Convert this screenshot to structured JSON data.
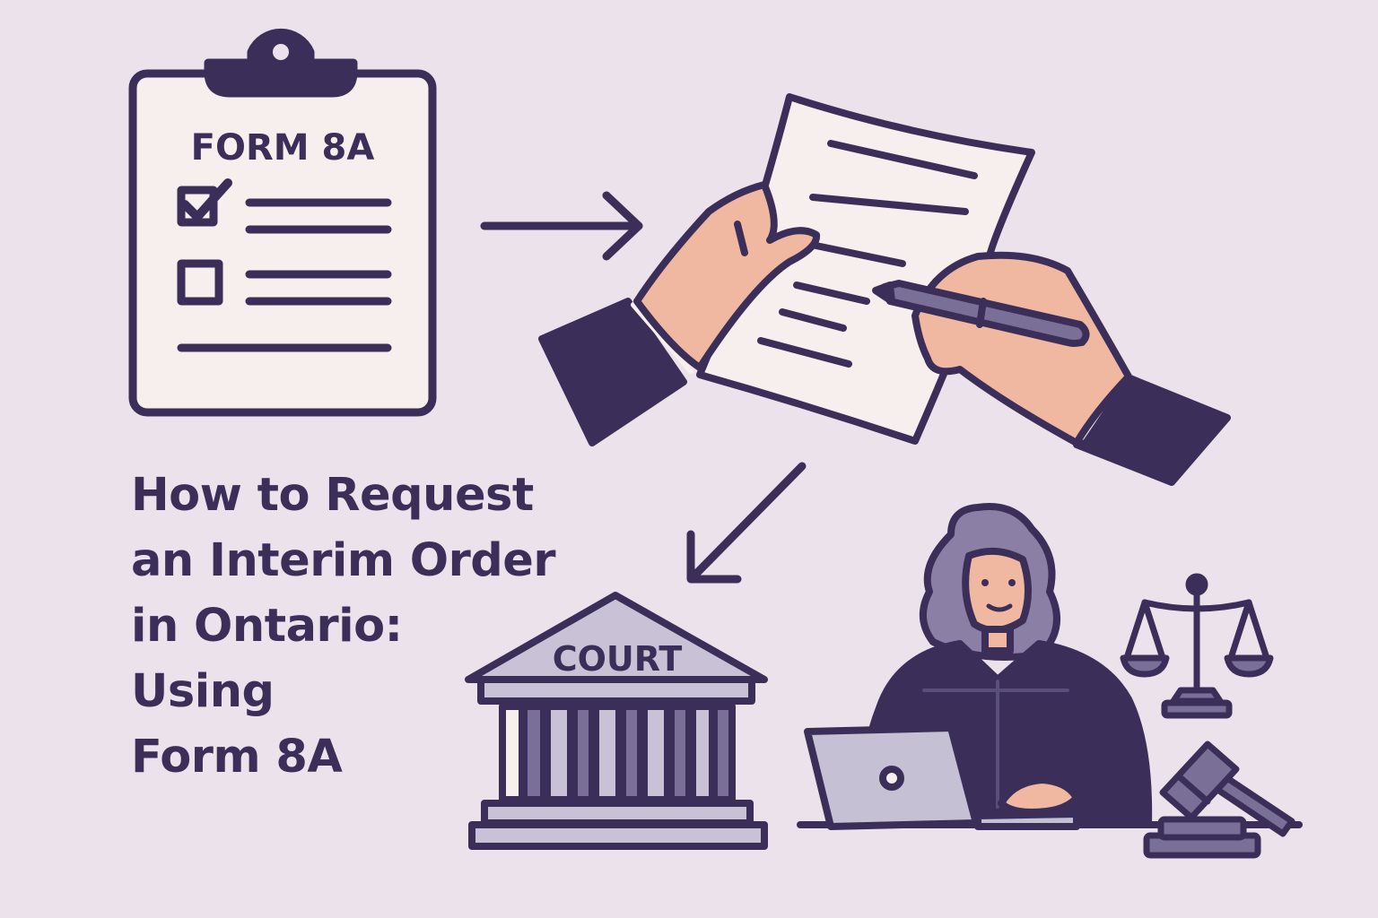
{
  "clipboard": {
    "form_label": "FORM 8A"
  },
  "court": {
    "label": "COURT"
  },
  "headline": {
    "lines": [
      "How to Request",
      "an Interim Order",
      "in Ontario:",
      "Using",
      "Form 8A"
    ]
  },
  "colors": {
    "background": "#ece2eb",
    "outline": "#3b2f5a",
    "paper": "#f6efee",
    "skin": "#f0b8a0",
    "sleeve": "#3b2f5a",
    "stone": "#c9c2d6",
    "column_dark": "#7a6f96",
    "hair": "#8c7fa6",
    "laptop": "#c6c0d4"
  },
  "icons": {
    "clipboard": "clipboard-checklist-icon",
    "hands": "hands-signing-document-icon",
    "court": "courthouse-icon",
    "judge": "judge-at-laptop-icon",
    "scales": "scales-of-justice-icon",
    "gavel": "gavel-icon"
  }
}
